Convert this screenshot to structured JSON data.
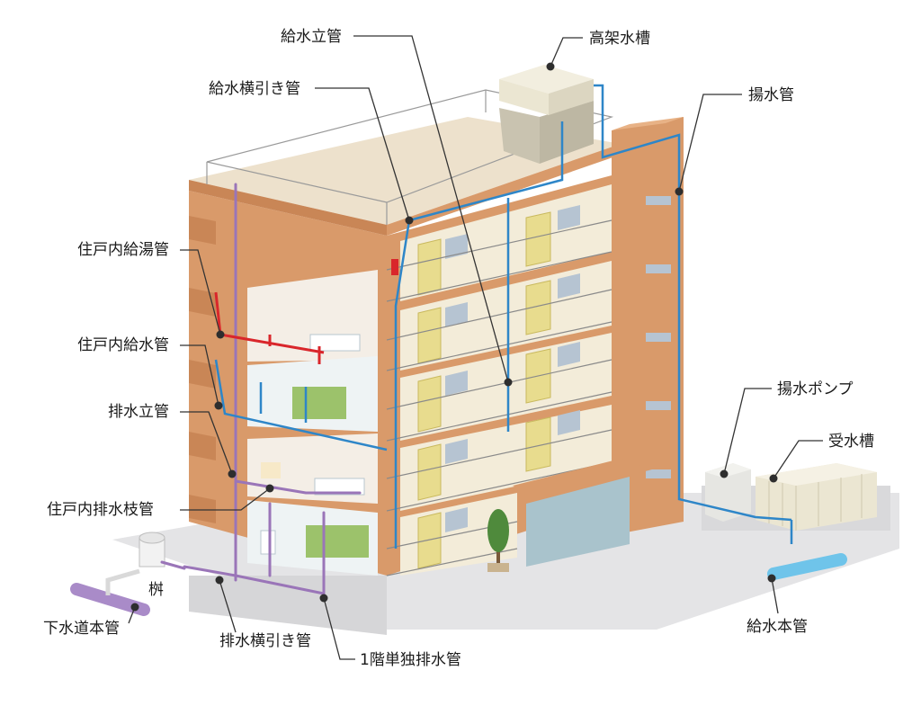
{
  "labels": {
    "supply_riser": "給水立管",
    "elevated_tank": "高架水槽",
    "supply_horizontal": "給水横引き管",
    "pumping_pipe": "揚水管",
    "unit_hot_water": "住戸内給湯管",
    "unit_water_supply": "住戸内給水管",
    "drain_riser": "排水立管",
    "pumping_pump": "揚水ポンプ",
    "receiving_tank": "受水槽",
    "unit_drain_branch": "住戸内排水枝管",
    "catch_basin": "桝",
    "sewer_main": "下水道本管",
    "drain_horizontal": "排水横引き管",
    "first_floor_drain": "1階単独排水管",
    "water_main": "給水本管"
  },
  "colors": {
    "building": "#D99A6A",
    "building_dark": "#C98656",
    "roof": "#EDE1CC",
    "ground": "#E4E4E6",
    "supply_pipe": "#2E86C8",
    "hot_pipe": "#D9262B",
    "drain_pipe": "#9A75B8",
    "sewer": "#A98BC8",
    "water_main": "#6FC4EA",
    "door": "#E8DC8E",
    "tank": "#EBE6D2"
  }
}
